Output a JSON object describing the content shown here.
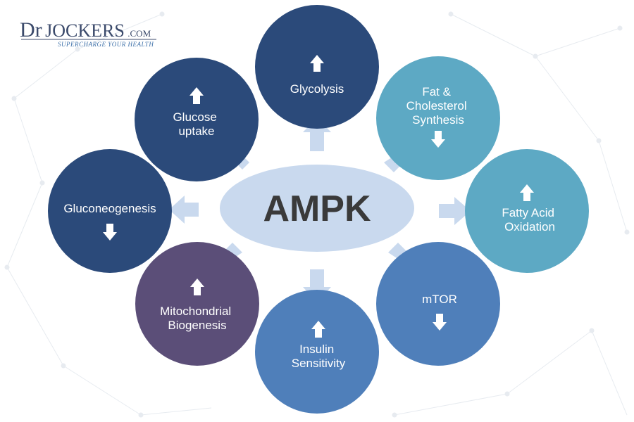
{
  "logo": {
    "part1": "Dr",
    "part2": "Jockers",
    "suffix": ".com",
    "tagline": "SUPERCHARGE YOUR HEALTH"
  },
  "center": {
    "label": "AMPK",
    "color": "#c9d9ee"
  },
  "colors": {
    "arrow": "#c9d9ee",
    "indicator": "#ffffff"
  },
  "nodes": [
    {
      "id": "glycolysis",
      "lines": [
        "Glycolysis"
      ],
      "effect": "up",
      "indicator_position": "above",
      "color": "#2b4a7a"
    },
    {
      "id": "glucose-uptake",
      "lines": [
        "Glucose",
        "uptake"
      ],
      "effect": "up",
      "indicator_position": "above",
      "color": "#2b4a7a"
    },
    {
      "id": "fat-cholesterol-synthesis",
      "lines": [
        "Fat &",
        "Cholesterol",
        "Synthesis"
      ],
      "effect": "down",
      "indicator_position": "below",
      "color": "#5da9c4"
    },
    {
      "id": "gluconeogenesis",
      "lines": [
        "Gluconeogenesis"
      ],
      "effect": "down",
      "indicator_position": "below",
      "color": "#2b4a7a"
    },
    {
      "id": "fatty-acid-oxidation",
      "lines": [
        "Fatty Acid",
        "Oxidation"
      ],
      "effect": "up",
      "indicator_position": "above",
      "color": "#5da9c4"
    },
    {
      "id": "mitochondrial-biogenesis",
      "lines": [
        "Mitochondrial",
        "Biogenesis"
      ],
      "effect": "up",
      "indicator_position": "above",
      "color": "#5b4e78"
    },
    {
      "id": "mtor",
      "lines": [
        "mTOR"
      ],
      "effect": "down",
      "indicator_position": "below",
      "color": "#4f7fba"
    },
    {
      "id": "insulin-sensitivity",
      "lines": [
        "Insulin",
        "Sensitivity"
      ],
      "effect": "up",
      "indicator_position": "above",
      "color": "#4f7fba"
    }
  ]
}
